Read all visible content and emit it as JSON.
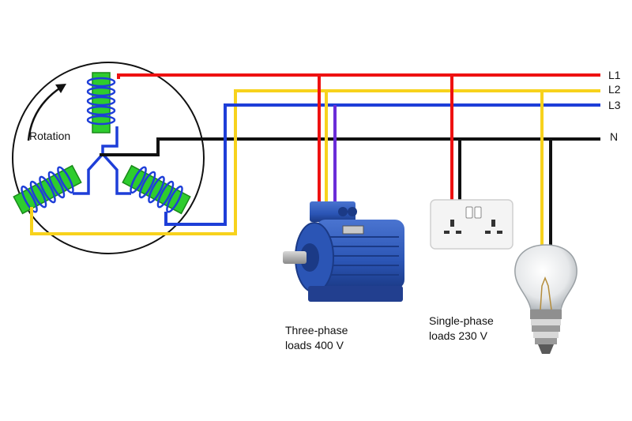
{
  "generator": {
    "rotation_label": "Rotation"
  },
  "lines": [
    {
      "id": "L1",
      "label": "L1",
      "color": "#ee1111"
    },
    {
      "id": "L2",
      "label": "L2",
      "color": "#f7d21c"
    },
    {
      "id": "L3",
      "label": "L3",
      "color": "#1e3ed8"
    },
    {
      "id": "N",
      "label": "N",
      "color": "#111111"
    }
  ],
  "loads": {
    "three_phase_line1": "Three-phase",
    "three_phase_line2": "loads 400 V",
    "single_phase_line1": "Single-phase",
    "single_phase_line2": "loads 230 V"
  },
  "colors": {
    "coil": "#2ecc2e",
    "winding": "#1e3ed8",
    "motor": "#2b55b5",
    "socket": "#f4f4f4"
  },
  "icons": [
    "rotation-arrow-icon",
    "motor-icon",
    "socket-icon",
    "bulb-icon"
  ]
}
